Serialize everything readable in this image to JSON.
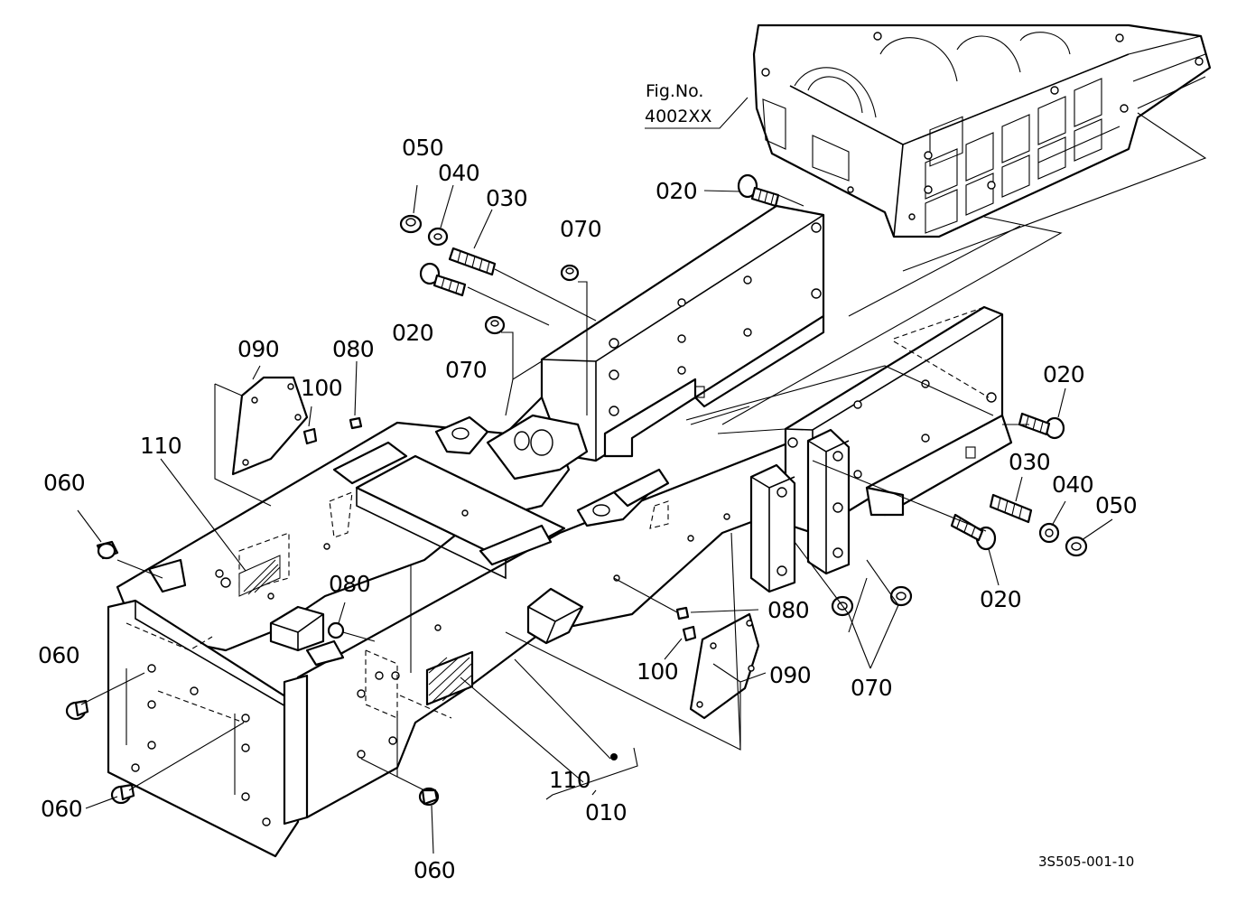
{
  "figure_reference": {
    "line1": "Fig.No.",
    "line2": "4002XX"
  },
  "drawing_number": "3S505-001-10",
  "callouts": {
    "p050_top": "050",
    "p040_top": "040",
    "p030_top": "030",
    "p020_top_bolt": "020",
    "p070_top": "070",
    "p020_mid_left": "020",
    "p070_mid": "070",
    "p090_left": "090",
    "p080_top": "080",
    "p100_left": "100",
    "p110_left": "110",
    "p060_upper": "060",
    "p060_mid": "060",
    "p060_lower": "060",
    "p060_bottom": "060",
    "p080_mid": "080",
    "p020_right_upper": "020",
    "p030_right": "030",
    "p040_right": "040",
    "p050_right": "050",
    "p020_right_lower": "020",
    "p080_right": "080",
    "p100_right": "100",
    "p090_right": "090",
    "p070_right": "070",
    "p110_bottom": "110",
    "p010_bottom": "010"
  }
}
